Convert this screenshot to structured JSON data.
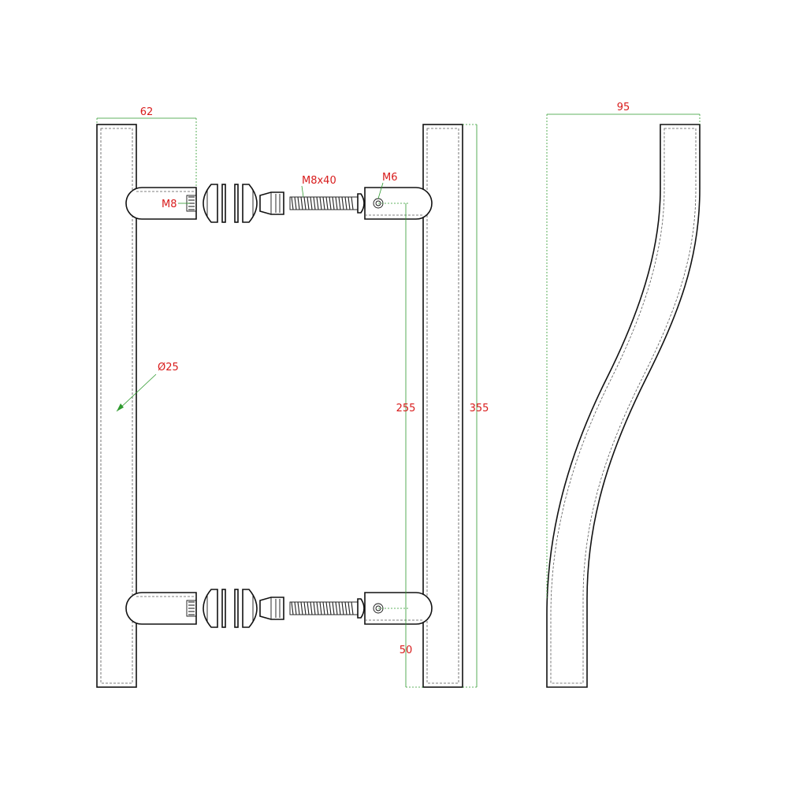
{
  "dimensions": {
    "handle_width": "62",
    "side_depth": "95",
    "diameter": "Ø25",
    "center_distance": "255",
    "overall_length": "355",
    "bottom_offset": "50"
  },
  "labels": {
    "thread_m8": "M8",
    "screw_m8x40": "M8x40",
    "thread_m6": "M6"
  },
  "colors": {
    "dimension_line": "#2e9a2e",
    "dimension_text": "#d81b1b",
    "outline": "#111111"
  }
}
